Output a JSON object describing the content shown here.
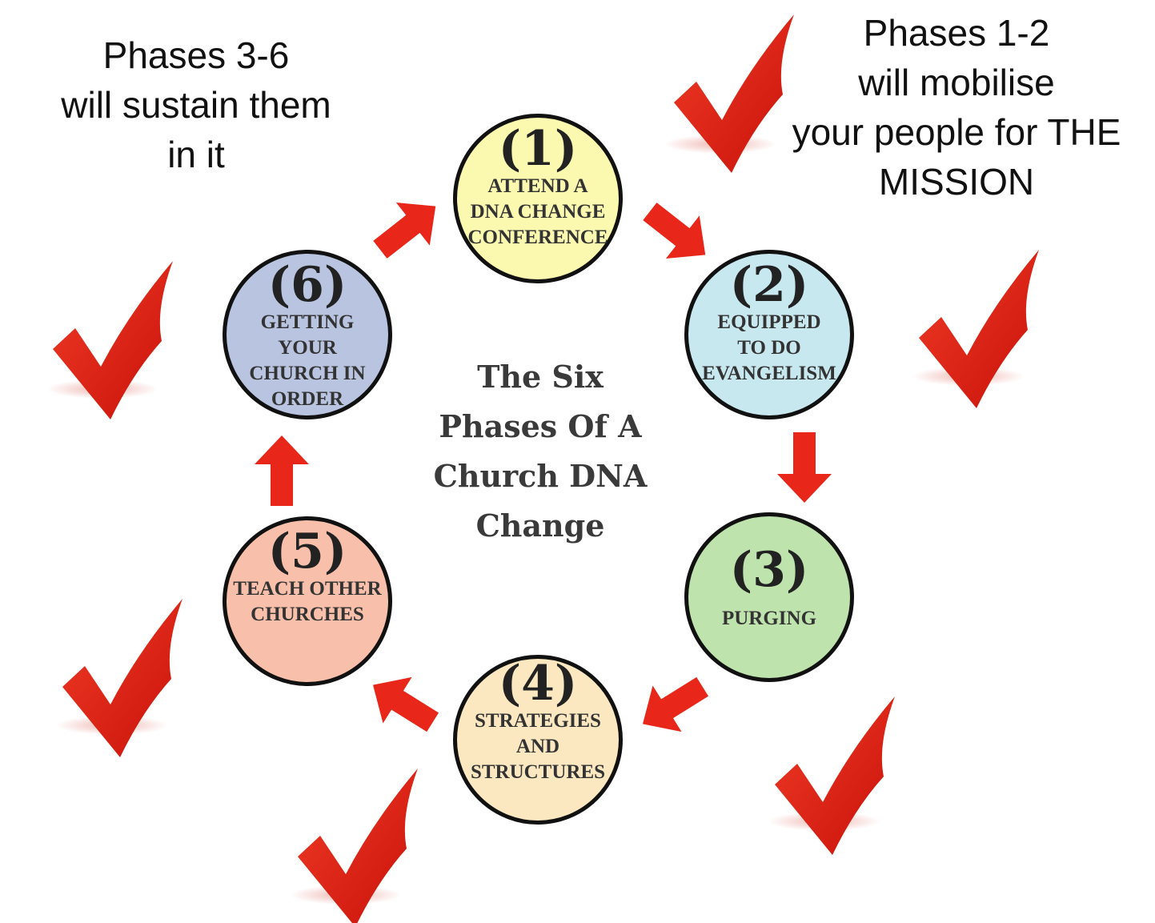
{
  "notes": {
    "left": [
      "Phases 3-6",
      "will sustain them",
      "in it"
    ],
    "right": [
      "Phases 1-2",
      "will mobilise",
      "your people for THE",
      "MISSION"
    ]
  },
  "center_title": [
    "The Six",
    "Phases Of A",
    "Church DNA",
    "Change"
  ],
  "phases": [
    {
      "num": "(1)",
      "label": [
        "ATTEND A",
        "DNA CHANGE",
        "CONFERENCE"
      ],
      "color": "#fbf8b0"
    },
    {
      "num": "(2)",
      "label": [
        "EQUIPPED",
        "TO DO",
        "EVANGELISM"
      ],
      "color": "#c8e8f0"
    },
    {
      "num": "(3)",
      "label": [
        "PURGING"
      ],
      "color": "#bfe3ad"
    },
    {
      "num": "(4)",
      "label": [
        "STRATEGIES",
        "AND",
        "STRUCTURES"
      ],
      "color": "#fbe8c0"
    },
    {
      "num": "(5)",
      "label": [
        "TEACH OTHER",
        "CHURCHES"
      ],
      "color": "#f8c0aa"
    },
    {
      "num": "(6)",
      "label": [
        "GETTING",
        "YOUR",
        "CHURCH IN",
        "ORDER"
      ],
      "color": "#b8c4e0"
    }
  ],
  "colors": {
    "arrow": "#e8261a",
    "checkmark": "#d8180e"
  },
  "icons": {
    "arrow": "red-arrow-icon",
    "check": "red-checkmark-icon"
  }
}
